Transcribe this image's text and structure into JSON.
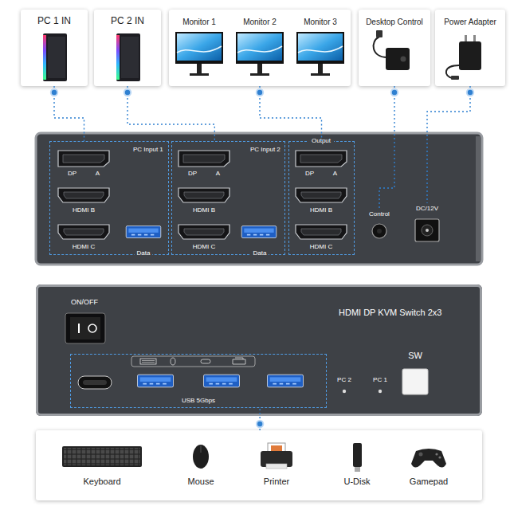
{
  "diagram": {
    "nodes": [
      {
        "text": [
          "PC 1 IN"
        ]
      },
      {
        "text": [
          "PC 2 IN"
        ]
      },
      {
        "text": [
          "Monitor 1",
          "Monitor 2",
          "Monitor 3"
        ]
      },
      {
        "text": [
          "Desktop Control"
        ]
      },
      {
        "text": [
          "Power Adapter"
        ]
      },
      {
        "text": [
          "PC Input 1",
          "DP A",
          "HDMI B",
          "HDMI C",
          "Data"
        ]
      },
      {
        "text": [
          "PC Input 2",
          "DP A",
          "HDMI B",
          "HDMI C",
          "Data"
        ]
      },
      {
        "text": [
          "Output",
          "DP A",
          "HDMI B",
          "HDMI C"
        ]
      },
      {
        "text": [
          "Control"
        ]
      },
      {
        "text": [
          "DC/12V"
        ]
      },
      {
        "text": [
          "ON/OFF",
          "HDMI DP KVM Switch 2x3",
          "PC 2",
          "PC 1"
        ]
      },
      {
        "text": [
          "USB 5Gbps"
        ],
        "in": 10
      },
      {
        "text": [
          "SW"
        ],
        "in": 10
      },
      {
        "text": [
          "Keyboard",
          "Mouse",
          "Printer",
          "U-Disk",
          "Gamepad"
        ]
      }
    ],
    "edges": [
      {
        "from": 0,
        "to": 5,
        "arrow": "none"
      },
      {
        "from": 1,
        "to": 6,
        "arrow": "none"
      },
      {
        "from": 2,
        "to": 7,
        "arrow": "none"
      },
      {
        "from": 3,
        "to": 8,
        "arrow": "none"
      },
      {
        "from": 4,
        "to": 9,
        "arrow": "none"
      },
      {
        "from": 13,
        "to": 11,
        "arrow": "none"
      }
    ]
  }
}
